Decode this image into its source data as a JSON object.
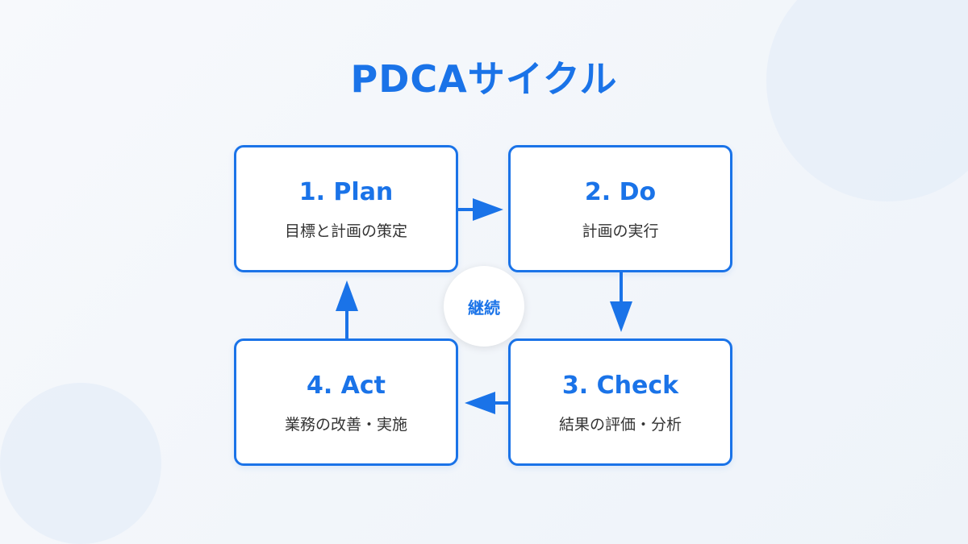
{
  "title": "PDCAサイクル",
  "center_label": "継続",
  "steps": [
    {
      "heading": "1. Plan",
      "description": "目標と計画の策定"
    },
    {
      "heading": "2. Do",
      "description": "計画の実行"
    },
    {
      "heading": "3. Check",
      "description": "結果の評価・分析"
    },
    {
      "heading": "4. Act",
      "description": "業務の改善・実施"
    }
  ],
  "colors": {
    "accent": "#1a73e8",
    "card_background": "#ffffff",
    "text": "#333333",
    "page_background": "#f4f7fb"
  }
}
